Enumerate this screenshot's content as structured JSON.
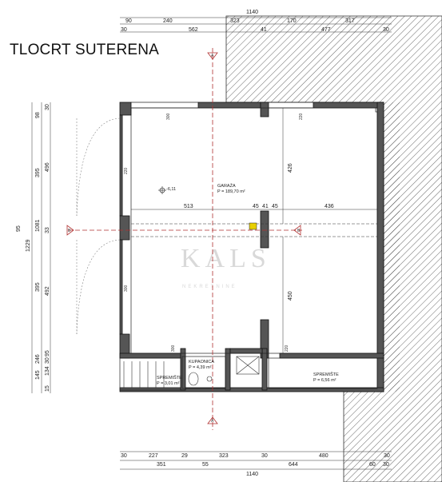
{
  "title": "TLOCRT SUTERENA",
  "dims_top_row1": [
    "90",
    "240",
    "323",
    "170",
    "317"
  ],
  "dims_top_total": "1140",
  "dims_top_row2": [
    "30",
    "562",
    "41",
    "477",
    "30"
  ],
  "dims_bottom_row1": [
    "30",
    "227",
    "29",
    "323",
    "30",
    "480",
    "30"
  ],
  "dims_bottom_row2": [
    "351",
    "55",
    "644",
    "60",
    "30"
  ],
  "dims_bottom_total": "1140",
  "dims_left_outer": "1229",
  "dims_left_mid": [
    "1081",
    "145"
  ],
  "dims_left_inner": [
    "30",
    "496",
    "33",
    "492",
    "95",
    "134",
    "15"
  ],
  "dims_left_inner2": [
    "98",
    "395",
    "95",
    "395",
    "246",
    "30"
  ],
  "dims_inner": {
    "w513": "513",
    "w45a": "45",
    "w41": "41",
    "w45b": "45",
    "w436": "436",
    "h426": "426",
    "h450": "450"
  },
  "rooms": {
    "garage_name": "GARAŽA",
    "garage_area": "P = 189,70 m²",
    "storage_left_name": "SPREMIŠTE",
    "storage_left_area": "P = 3,01 m²",
    "bathroom_name": "KUPAONICA",
    "bathroom_area": "P = 4,39 m²",
    "storage_right_name": "SPREMIŠTE",
    "storage_right_area": "P = 6,56 m²",
    "level": "-6,11"
  },
  "window_labels": [
    "300",
    "220",
    "300",
    "220",
    "300",
    "220"
  ],
  "watermark": "KALS",
  "watermark_sub": "NEKRETNINE",
  "section_markers": [
    "A",
    "A",
    "B",
    "B"
  ]
}
